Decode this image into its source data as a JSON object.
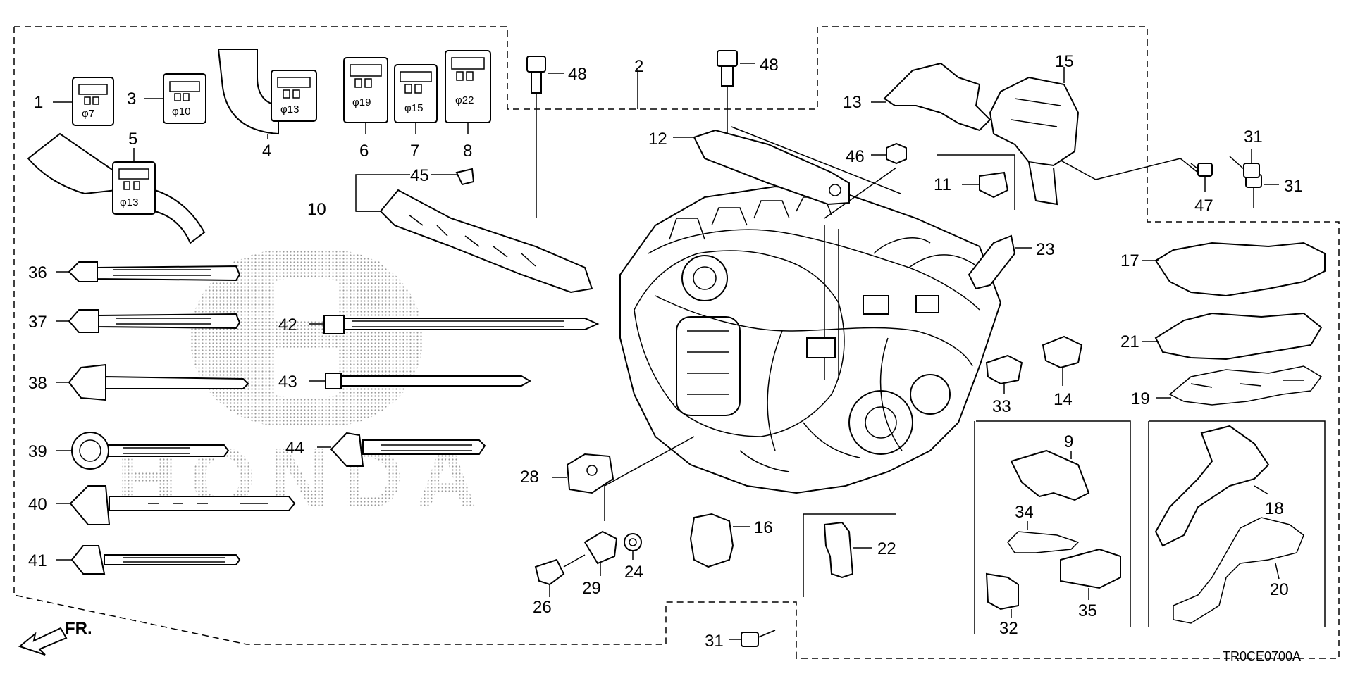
{
  "diagram_code": "TR0CE0700A",
  "direction_label": "FR.",
  "watermark_text": "HONDA",
  "callouts": {
    "c1": "1",
    "c2": "2",
    "c3": "3",
    "c4": "4",
    "c5": "5",
    "c6": "6",
    "c7": "7",
    "c8": "8",
    "c9": "9",
    "c10": "10",
    "c11": "11",
    "c12": "12",
    "c13": "13",
    "c14": "14",
    "c15": "15",
    "c16": "16",
    "c17": "17",
    "c18": "18",
    "c19": "19",
    "c20": "20",
    "c21": "21",
    "c22": "22",
    "c23": "23",
    "c24": "24",
    "c26": "26",
    "c28": "28",
    "c29": "29",
    "c31": "31",
    "c32": "32",
    "c33": "33",
    "c34": "34",
    "c35": "35",
    "c36": "36",
    "c37": "37",
    "c38": "38",
    "c39": "39",
    "c40": "40",
    "c41": "41",
    "c42": "42",
    "c43": "43",
    "c44": "44",
    "c45": "45",
    "c46": "46",
    "c47": "47",
    "c48": "48"
  },
  "clip_sizes": {
    "s1": "φ7",
    "s3": "φ10",
    "s4": "φ13",
    "s5": "φ13",
    "s6": "φ19",
    "s7": "φ15",
    "s8": "φ22"
  }
}
